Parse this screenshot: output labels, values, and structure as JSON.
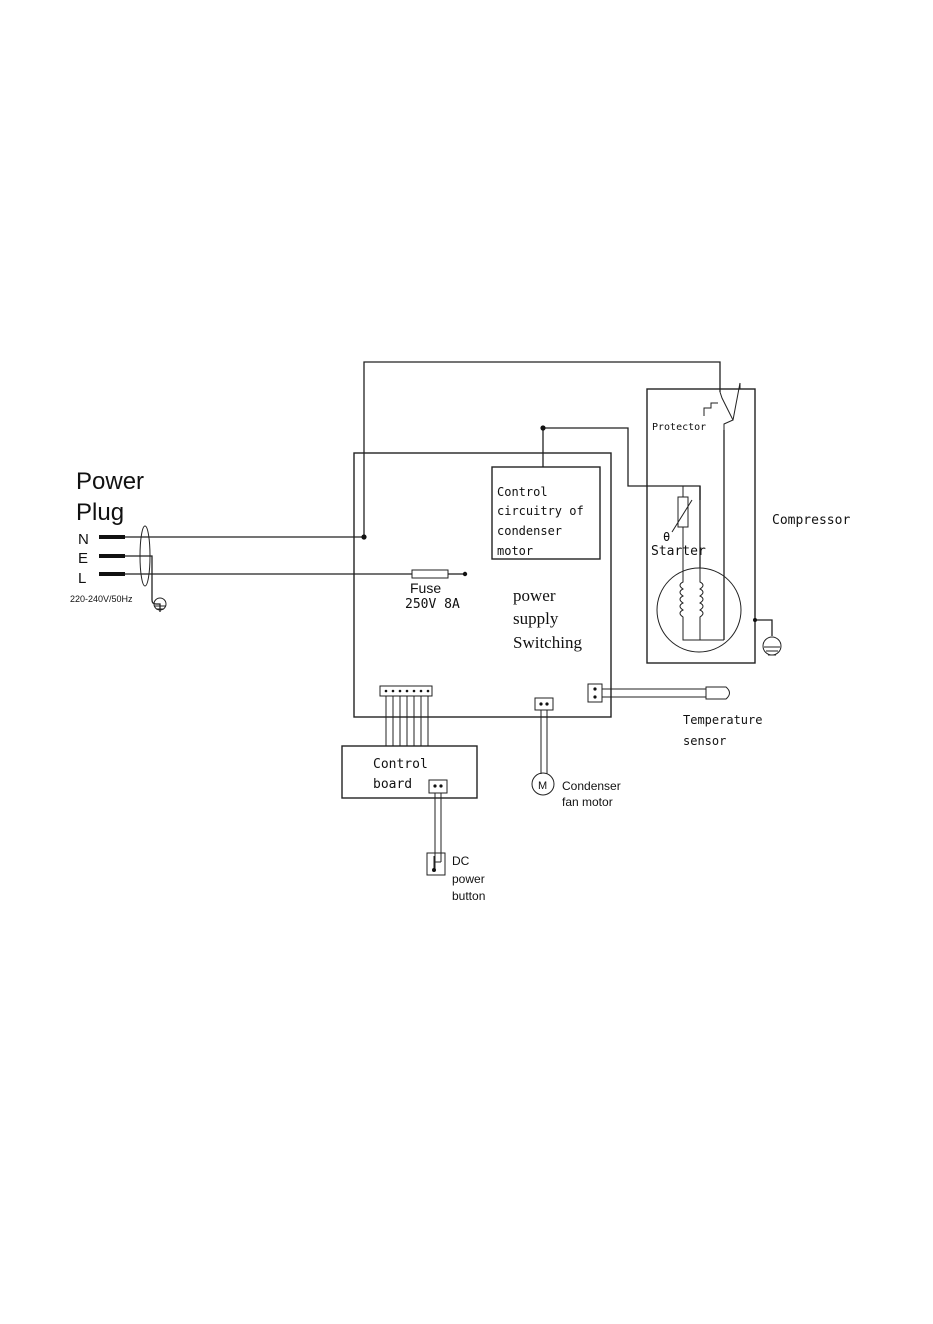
{
  "plug": {
    "title_line1": "Power",
    "title_line2": "Plug",
    "pin_n": "N",
    "pin_e": "E",
    "pin_l": "L",
    "rating": "220-240V/50Hz"
  },
  "fuse": {
    "label": "Fuse",
    "rating": "250V 8A"
  },
  "control_circuitry": {
    "line1": "Control",
    "line2": "circuitry of",
    "line3": "condenser",
    "line4": "motor"
  },
  "power_supply": {
    "line1": "power",
    "line2": "supply",
    "line3": "Switching"
  },
  "compressor": {
    "label": "Compressor",
    "protector": "Protector",
    "starter": "Starter",
    "theta": "θ"
  },
  "temperature_sensor": {
    "line1": "Temperature",
    "line2": "sensor"
  },
  "control_board": {
    "line1": "Control",
    "line2": "board"
  },
  "condenser_fan": {
    "symbol": "M",
    "line1": "Condenser",
    "line2": "fan motor"
  },
  "dc_button": {
    "line1": "DC",
    "line2": "power",
    "line3": "button"
  }
}
